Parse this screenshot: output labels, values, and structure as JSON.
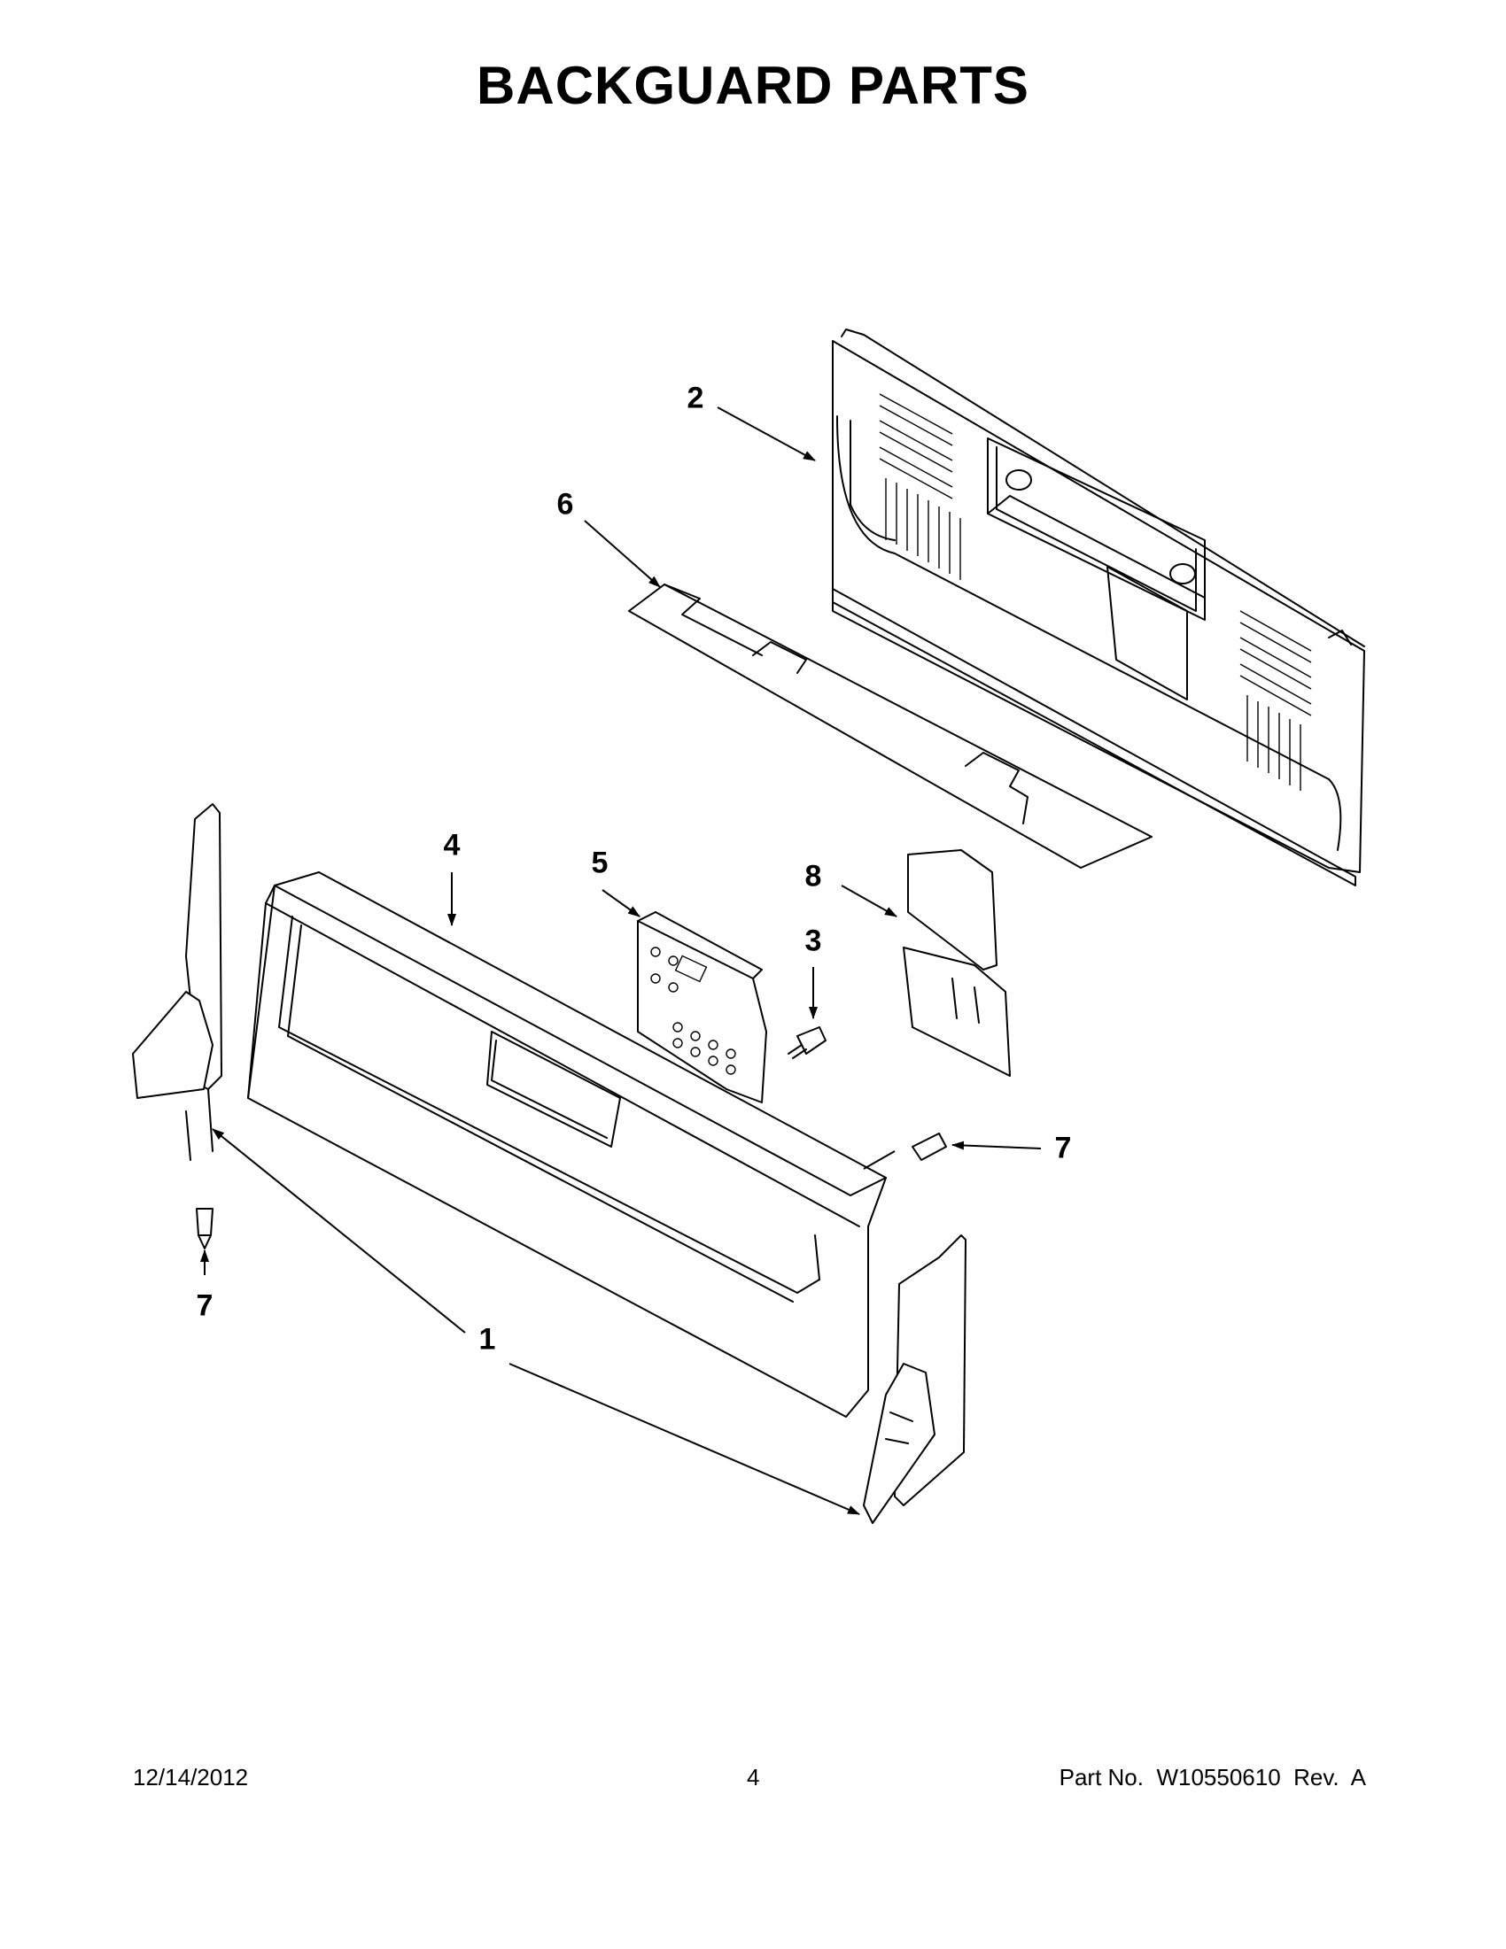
{
  "page": {
    "title": "BACKGUARD PARTS",
    "footer": {
      "date": "12/14/2012",
      "page_number": "4",
      "part_number": "Part No.  W10550610  Rev.  A"
    }
  },
  "callouts": {
    "c1": "1",
    "c2": "2",
    "c3": "3",
    "c4": "4",
    "c5": "5",
    "c6": "6",
    "c7a": "7",
    "c7b": "7",
    "c8": "8"
  }
}
